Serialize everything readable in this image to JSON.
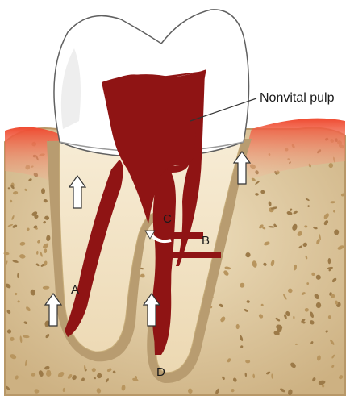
{
  "callout": {
    "text": "Nonvital pulp"
  },
  "labels": {
    "a": "A",
    "b": "B",
    "c": "C",
    "d": "D"
  },
  "colors": {
    "enamel": "#ffffff",
    "dentin": "#f1e3c6",
    "pulp": "#8f1414",
    "bone": "#ddc8a0",
    "bone_specks": "#a08050",
    "ligament": "#b89c70",
    "gingiva": "#ef5a3c",
    "arrow": "#ffffff"
  },
  "icons": [
    "arrow-up-icon",
    "curved-arrow-icon"
  ]
}
